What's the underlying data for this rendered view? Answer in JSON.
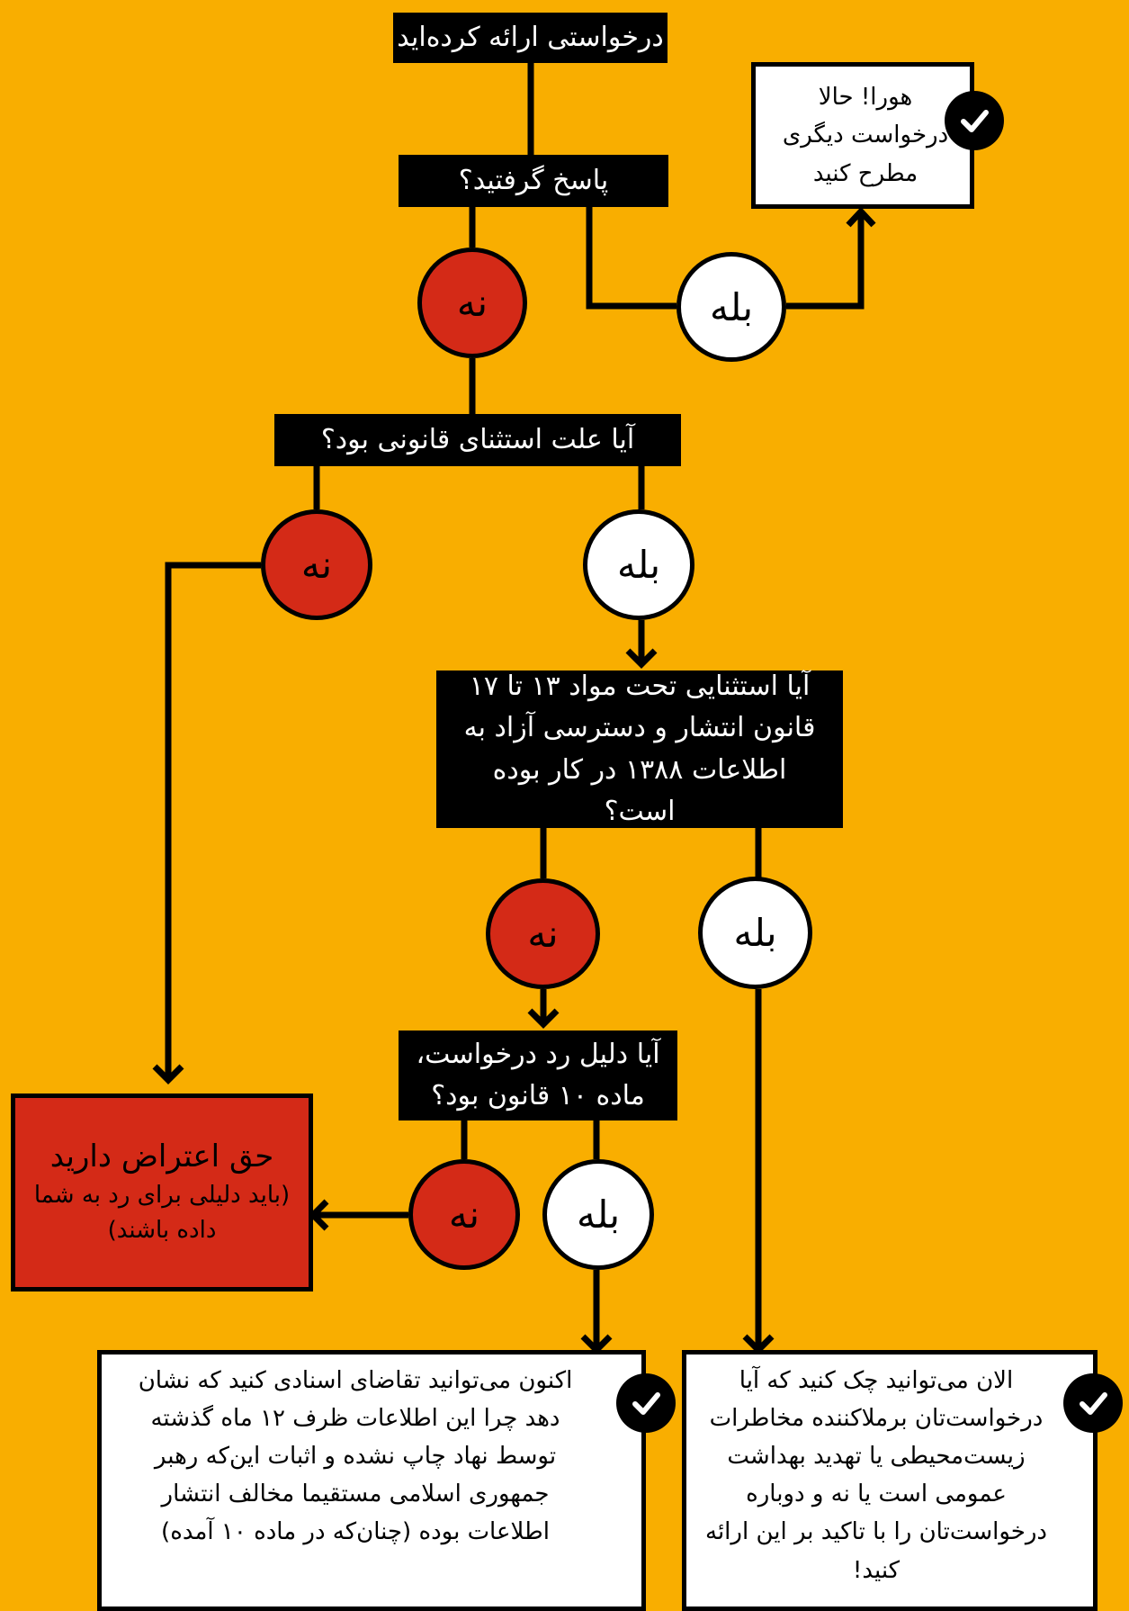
{
  "colors": {
    "background": "#F9AE00",
    "red": "#D42A17",
    "black": "#000000",
    "white": "#FFFFFF"
  },
  "nodes": {
    "start": "درخواستی ارائه کرده‌اید",
    "q_response": "پاسخ گرفتید؟",
    "hooray": "هورا! حالا درخواست دیگری مطرح کنید",
    "q_legal_exception": "آیا علت استثنای قانونی بود؟",
    "q_articles": "آیا استثنایی تحت مواد ۱۳ تا ۱۷ قانون انتشار و دسترسی آزاد به اطلاعات ۱۳۸۸ در کار بوده است؟",
    "q_article10": "آیا دلیل رد درخواست، ماده ۱۰ قانون بود؟",
    "appeal_title": "حق اعتراض دارید",
    "appeal_note": "(باید دلیلی برای رد به شما داده باشند)",
    "outcome_documents": "اکنون می‌توانید تقاضای اسنادی کنید که نشان دهد چرا این اطلاعات ظرف ۱۲ ماه گذشته توسط نهاد چاپ نشده و اثبات این‌که رهبر جمهوری اسلامی مستقیما مخالف انتشار اطلاعات بوده (چنان‌که در ماده ۱۰ آمده)",
    "outcome_environment": "الان می‌توانید چک کنید که آیا درخواست‌تان برملاکننده مخاطرات زیست‌محیطی یا تهدید بهداشت عمومی است یا نه و دوباره درخواست‌تان را با تاکید بر این ارائه کنید!"
  },
  "labels": {
    "yes": "بله",
    "no": "نه"
  },
  "icons": {
    "check": "check-circle-icon"
  }
}
